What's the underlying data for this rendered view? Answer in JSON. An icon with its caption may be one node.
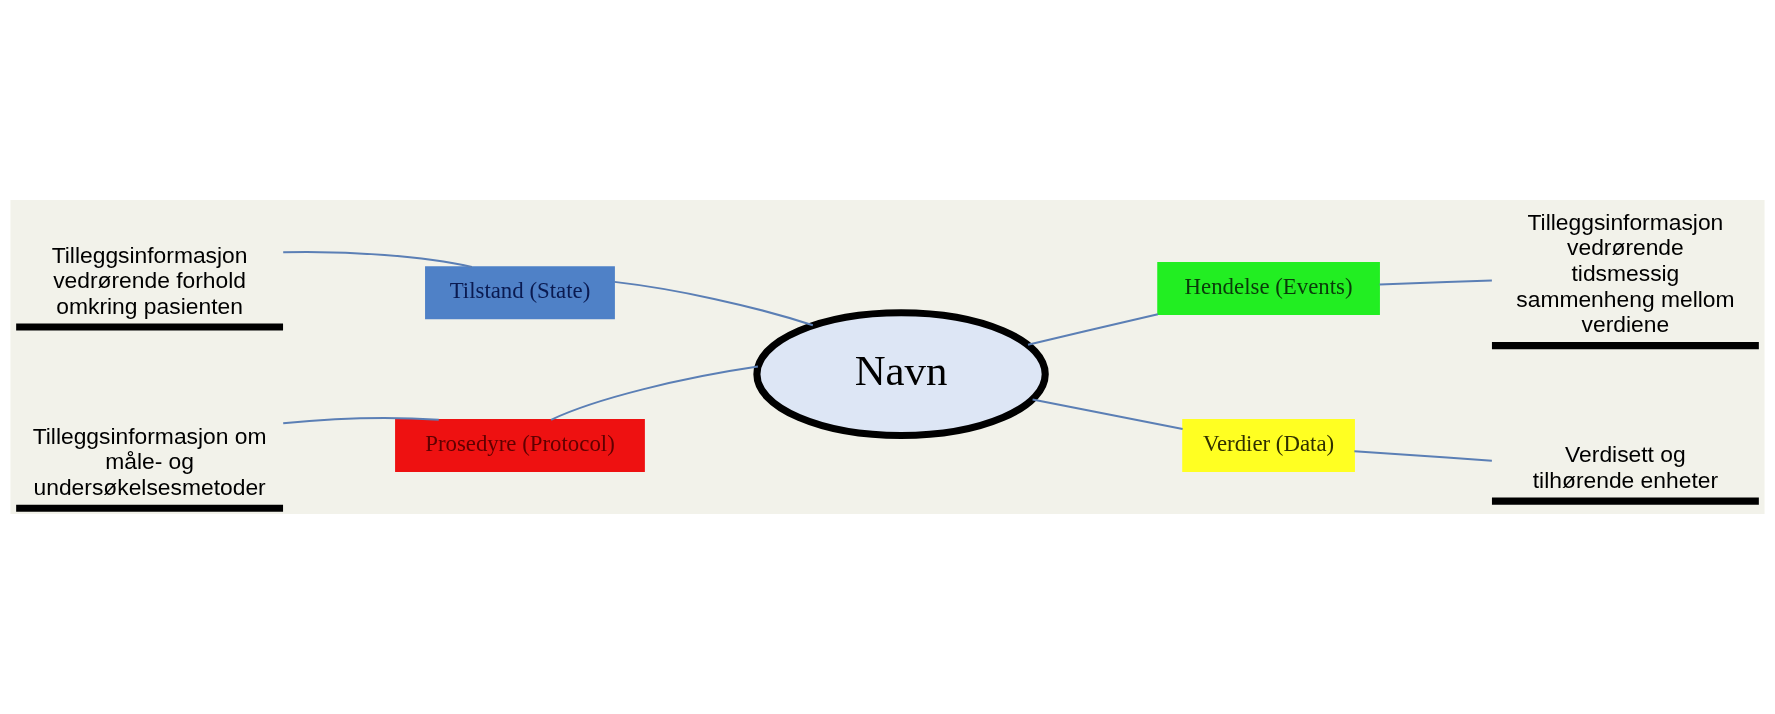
{
  "diagram": {
    "nodes": [
      {
        "text": [
          "Navn"
        ]
      },
      {
        "text": [
          "Tilstand (State)"
        ]
      },
      {
        "text": [
          "Hendelse (Events)"
        ]
      },
      {
        "text": [
          "Prosedyre (Protocol)"
        ]
      },
      {
        "text": [
          "Verdier (Data)"
        ]
      },
      {
        "text": [
          "Tilleggsinformasjon vedrørende forhold omkring pasienten"
        ]
      },
      {
        "text": [
          "Tilleggsinformasjon vedrørende tidsmessig sammenheng mellom verdiene"
        ]
      },
      {
        "text": [
          "Tilleggsinformasjon om måle- og undersøkelsesmetoder"
        ]
      },
      {
        "text": [
          "Verdisett og tilhørende enheter"
        ]
      }
    ],
    "edges": [
      {
        "from": 0,
        "to": 1,
        "arrow": "none"
      },
      {
        "from": 0,
        "to": 2,
        "arrow": "none"
      },
      {
        "from": 0,
        "to": 3,
        "arrow": "none"
      },
      {
        "from": 0,
        "to": 4,
        "arrow": "none"
      },
      {
        "from": 1,
        "to": 5,
        "arrow": "none"
      },
      {
        "from": 2,
        "to": 6,
        "arrow": "none"
      },
      {
        "from": 3,
        "to": 7,
        "arrow": "none"
      },
      {
        "from": 4,
        "to": 8,
        "arrow": "none"
      }
    ]
  }
}
